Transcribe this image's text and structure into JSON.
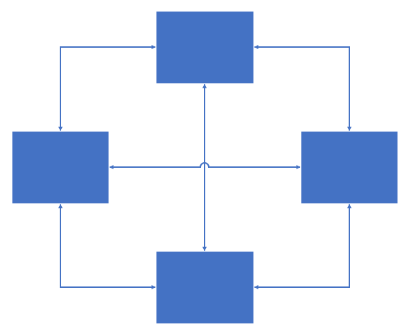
{
  "diagram": {
    "node_color": "#4472c4",
    "line_color": "#4472c4",
    "nodes": [
      {
        "id": "top",
        "label": ""
      },
      {
        "id": "left",
        "label": ""
      },
      {
        "id": "right",
        "label": ""
      },
      {
        "id": "bottom",
        "label": ""
      }
    ],
    "connections": [
      {
        "from": "left",
        "to": "top",
        "style": "bidirectional-elbow"
      },
      {
        "from": "top",
        "to": "right",
        "style": "bidirectional-elbow"
      },
      {
        "from": "left",
        "to": "bottom",
        "style": "bidirectional-elbow"
      },
      {
        "from": "bottom",
        "to": "right",
        "style": "bidirectional-elbow"
      },
      {
        "from": "top",
        "to": "bottom",
        "style": "bidirectional-straight"
      },
      {
        "from": "left",
        "to": "right",
        "style": "bidirectional-straight-with-hop"
      }
    ]
  }
}
